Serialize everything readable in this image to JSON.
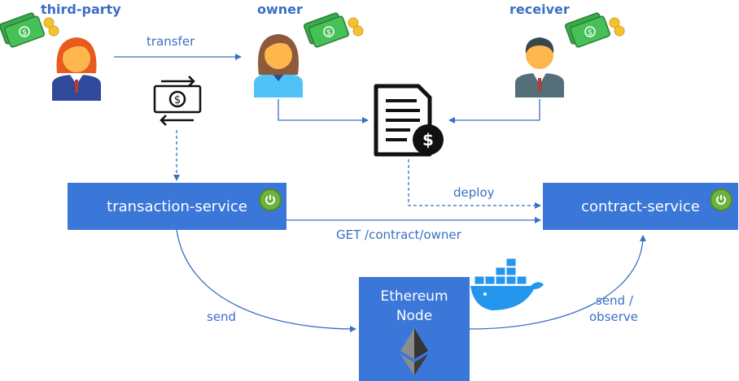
{
  "roles": {
    "third_party": "third-party",
    "owner": "owner",
    "receiver": "receiver"
  },
  "edges": {
    "transfer": "transfer",
    "deploy": "deploy",
    "get_owner": "GET /contract/owner",
    "send": "send",
    "send_observe_line1": "send /",
    "send_observe_line2": "observe"
  },
  "services": {
    "transaction": "transaction-service",
    "contract": "contract-service"
  },
  "node": {
    "line1": "Ethereum",
    "line2": "Node"
  },
  "colors": {
    "accent": "#3a6fc4",
    "box": "#3b77d8",
    "spring": "#6db33f",
    "money": "#3aaa4a",
    "coin": "#f2c230"
  }
}
